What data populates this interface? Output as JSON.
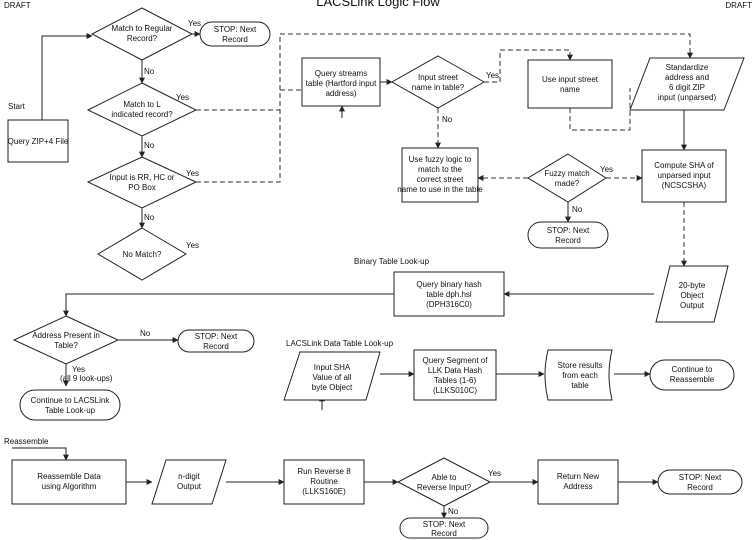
{
  "title": "LACSLink Logic Flow",
  "corner_left": "DRAFT",
  "corner_right": "DRAFT",
  "section_labels": {
    "start": "Start",
    "binary": "Binary Table Look-up",
    "lacs_data": "LACSLink Data Table Look-up",
    "reassemble": "Reassemble"
  },
  "nodes": {
    "query_zip4": "Query ZIP+4 File",
    "match_regular": "Match to Regular Record?",
    "stop1": "STOP: Next Record",
    "match_lacs": "Match to L indicated record?",
    "input_rr": "Input is RR, HC or PO Box",
    "no_match": "No Match?",
    "query_street": "Query streams table (Hartford input address)",
    "input_street_in_table": "Input street name in table?",
    "use_input_street": "Use input street name",
    "standardize": "Standardize address and 6 digit ZIP input (unparsed)",
    "fuzzy_logic": "Use fuzzy logic to match to the correct street name to use in the table",
    "fuzzy_made": "Fuzzy match made?",
    "stop2": "STOP: Next Record",
    "compute_sha": "Compute SHA of unparsed input (NCSCSHA)",
    "query_binary": "Query binary hash table dph.hsl (DPH316C0)",
    "obj20": "20-byte Object Output",
    "address_present": "Address Present in Table?",
    "stop3": "STOP: Next Record",
    "continue_lacs": "Continue to LACSLink Table Look-up",
    "input_sha": "Input SHA Value of all byte Object",
    "query_segment": "Query Segment of LLK Data Hash Tables (1-6) (LLKS010C)",
    "store_results": "Store results from each table",
    "continue_reassemble": "Continue to Reassemble",
    "reassemble_data": "Reassemble Data using Algorithm",
    "digit_output": "n-digit Output",
    "run_reverse": "Run Reverse 8 Routine (LLKS160E)",
    "able_reverse": "Able to Reverse Input?",
    "return_new": "Return New Address",
    "stop4": "STOP: Next Record",
    "stop5": "STOP: Next Record"
  },
  "edge_labels": {
    "yes": "Yes",
    "no": "No",
    "yes_all9": "Yes (all 9 look-ups)"
  }
}
